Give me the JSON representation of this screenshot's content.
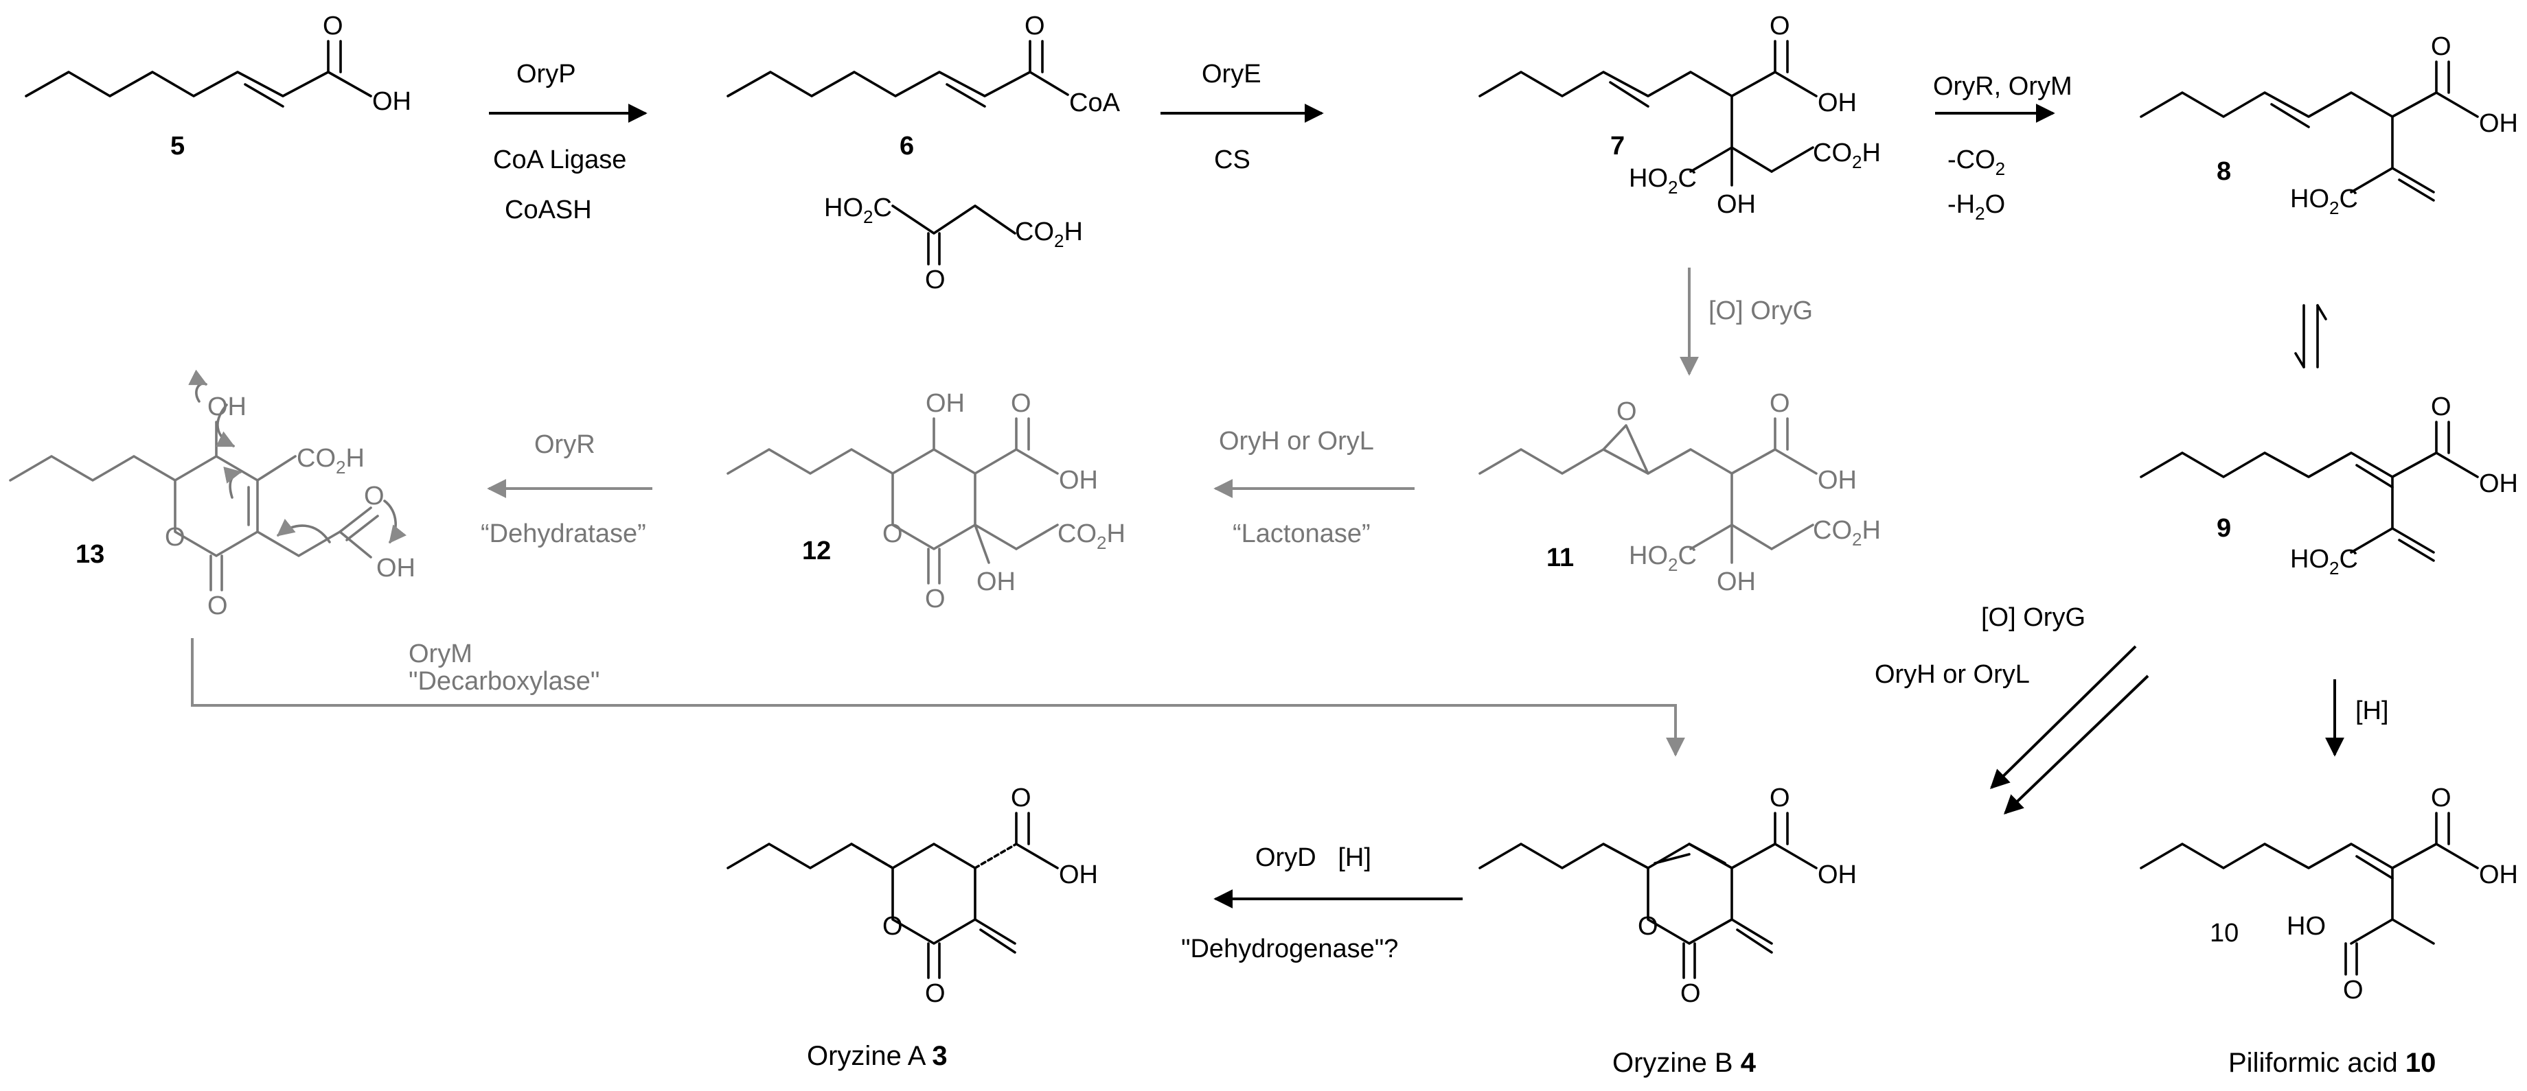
{
  "compounds": {
    "c5": "5",
    "c6": "6",
    "c7": "7",
    "c8": "8",
    "c9": "9",
    "c11": "11",
    "c12": "12",
    "c13": "13"
  },
  "groups": {
    "oh": "OH",
    "o": "O",
    "coa": "CoA",
    "ho": "HO",
    "co2h": "CO",
    "sub2": "2",
    "h": "H",
    "ho2c_a": "HO",
    "c": "C"
  },
  "steps": {
    "s1_enzyme": "OryP",
    "s1_l1": "CoA Ligase",
    "s1_l2": "CoASH",
    "s2_enzyme": "OryE",
    "s2_l1": "CS",
    "s3_enzyme": "OryR, OryM",
    "s3_l1": "-CO",
    "s3_l2": "-H",
    "s4_label": "[O] OryG",
    "s5_enzyme": "OryH or OryL",
    "s5_l1": "“Lactonase”",
    "s6_enzyme": "OryR",
    "s6_l1": "“Dehydratase”",
    "s7_enzyme": "OryM",
    "s7_l1": "\"Decarboxylase\"",
    "s8_l1": "[O] OryG",
    "s8_l2": "OryH or OryL",
    "s9_l1": "[H]",
    "s10_enzyme": "OryD   [H]",
    "s10_l1": "\"Dehydrogenase\"?"
  },
  "names": {
    "oryzineA": "Oryzine A ",
    "oryzineA_num": "3",
    "oryzineB": "Oryzine B ",
    "oryzineB_num": "4",
    "piliformic": "Piliformic acid ",
    "piliformic_num": "10",
    "label10": "10"
  },
  "colors": {
    "main": "#000000",
    "hypothetical": "#777777"
  }
}
